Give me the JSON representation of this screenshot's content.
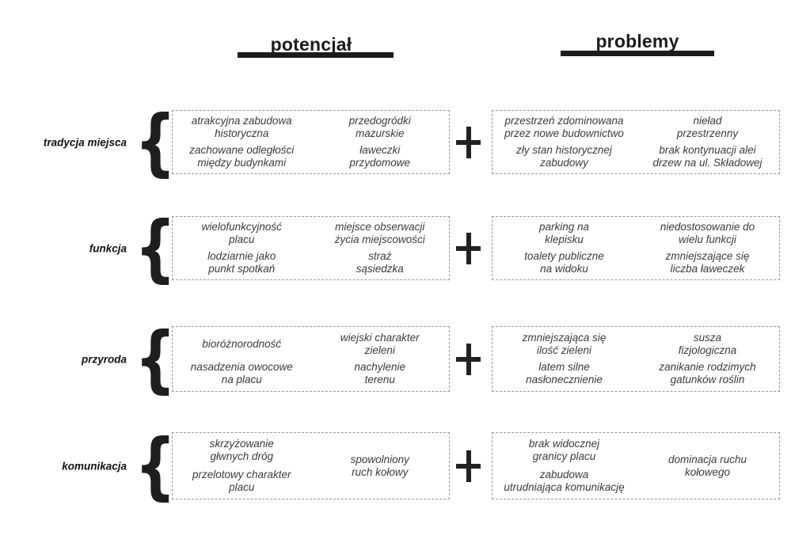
{
  "headers": {
    "potential": {
      "label": "potencjał"
    },
    "problems": {
      "label": "problemy"
    }
  },
  "glyphs": {
    "brace": "{",
    "plus": "+"
  },
  "colors": {
    "background": "#ffffff",
    "ink": "#1b1b1b",
    "item_text": "#3b3b3b",
    "dashed_border": "#999999"
  },
  "rows": [
    {
      "label": "tradycja miejsca",
      "potential": {
        "left": [
          "atrakcyjna zabudowa\nhistoryczna",
          "zachowane odległości\nmiędzy budynkami"
        ],
        "right": [
          "przedogródki\nmazurskie",
          "ławeczki\nprzydomowe"
        ]
      },
      "problems": {
        "left": [
          "przestrzeń zdominowana\nprzez nowe budownictwo",
          "zły stan historycznej\nzabudowy"
        ],
        "right": [
          "nieład\nprzestrzenny",
          "brak kontynuacji alei\ndrzew na ul. Składowej"
        ]
      }
    },
    {
      "label": "funkcja",
      "potential": {
        "left": [
          "wielofunkcyjność\nplacu",
          "lodziarnie jako\npunkt spotkań"
        ],
        "right": [
          "miejsce obserwacji\nżycia miejscowości",
          "straż\nsąsiedzka"
        ]
      },
      "problems": {
        "left": [
          "parking na\nklepisku",
          "toalety publiczne\nna widoku"
        ],
        "right": [
          "niedostosowanie do\nwielu funkcji",
          "zmniejszające się\nliczba ławeczek"
        ]
      }
    },
    {
      "label": "przyroda",
      "potential": {
        "left": [
          "bioróżnorodność",
          "nasadzenia owocowe\nna placu"
        ],
        "right": [
          "wiejski charakter\nzieleni",
          "nachylenie\nterenu"
        ]
      },
      "problems": {
        "left": [
          "zmniejszająca się\nilość zieleni",
          "latem silne\nnasłonecznienie"
        ],
        "right": [
          "susza\nfizjologiczna",
          "zanikanie rodzimych\ngatunków roślin"
        ]
      }
    },
    {
      "label": "komunikacja",
      "potential": {
        "left": [
          "skrzyżowanie\ngłwnych dróg",
          "przelotowy charakter\nplacu"
        ],
        "right": [
          "spowolniony\nruch kołowy"
        ]
      },
      "problems": {
        "left": [
          "brak widocznej\ngranicy placu",
          "zabudowa\nutrudniająca komunikację"
        ],
        "right": [
          "dominacja ruchu\nkołowego"
        ]
      }
    }
  ]
}
